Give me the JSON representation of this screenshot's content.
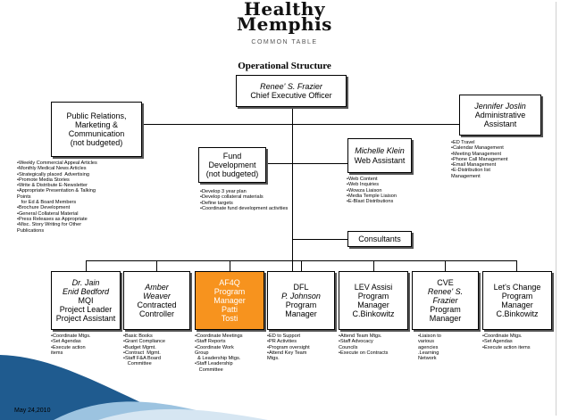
{
  "logo": {
    "line1": "Healthy",
    "line2": "Memphis",
    "subtitle": "COMMON TABLE"
  },
  "title": "Operational Structure",
  "ceo": {
    "name": "Renee' S. Frazier",
    "role": "Chief Executive Officer"
  },
  "pr": {
    "l1": "Public Relations,",
    "l2": "Marketing &",
    "l3": "Communication",
    "l4": "(not budgeted)",
    "notes": "•Weekly Commercial Appeal Articles\n•Monthly Medical News Articles\n•Strategically placed  Advertising\n•Promote Media Stories\n•Write & Distribute E-Newsletter\n•Appropriate Presentation & Talking\nPoints\n   for Ed & Board Members\n•Brochure Development\n•General Collateral Material\n•Press Releases as Appropriate\n•Misc. Story Writing for Other\nPublications"
  },
  "fund": {
    "l1": "Fund",
    "l2": "Development",
    "l3": "(not budgeted)",
    "notes": "•Develop 3 year plan\n•Develop collateral materials\n•Define targets\n•Coordinate fund development activities"
  },
  "web": {
    "name": "Michelle Klein",
    "role": "Web Assistant",
    "notes": "•Web Content\n•Web Inquiries\n•Wowza Liaison\n•Media Temple Liaison\n•E-Blast Distributions"
  },
  "admin": {
    "name": "Jennifer Joslin",
    "l2": "Administrative",
    "l3": "Assistant",
    "notes": "•ED Travel\n•Calendar Management\n•Meeting Management\n•Phone Call Management\n•Email Management\n•E-Distribution list\nManagement"
  },
  "consultants": "Consultants",
  "bottom": [
    {
      "l1": "Dr. Jain",
      "l2": "Enid Bedford",
      "l3": "MQI",
      "l4": "Project Leader",
      "l5": "Project Assistant",
      "notes": "•Coordinate Mtgs.\n•Set Agendas\n•Execute action\nitems"
    },
    {
      "l1": "Amber",
      "l2": "Weaver",
      "l3": "Contracted",
      "l4": "Controller",
      "notes": "•Basic Books\n•Grant Compliance\n•Budget Mgmt.\n•Contract  Mgmt.\n•Staff F&A Board\n   Committee"
    },
    {
      "l1": "AF4Q",
      "l2": "Program",
      "l3": "Manager",
      "l4": "Patti",
      "l5": "Tosti",
      "notes": "•Coordinate Meetings\n•Staff Reports\n•Coordinate Work\nGroup\n  & Leadership Mtgs.\n•Staff Leadership\n   Committee"
    },
    {
      "l1": "DFL",
      "l2": "P. Johnson",
      "l3": "Program",
      "l4": "Manager",
      "notes": "•ED to Support\n•PR Activities\n•Program oversight\n•Attend Key Team\nMtgs."
    },
    {
      "l1": "LEV Assisi",
      "l2": "Program",
      "l3": "Manager",
      "l4": "C.Binkowitz",
      "notes": "•Attend Team Mtgs.\n•Staff Advocacy\nCouncils\n•Execute on Contracts"
    },
    {
      "l1": "CVE",
      "l2": "Renee' S.",
      "l3": "Frazier",
      "l4": "Program",
      "l5": "Manager",
      "notes": "•Liaison to\nvarious\nagencies\n.Learning\nNetwork"
    },
    {
      "l1": "Let's Change",
      "l2": "Program",
      "l3": "Manager",
      "l4": "C.Binkowitz",
      "notes": "•Coordinate Mtgs.\n•Set Agendas\n•Execute action items"
    }
  ],
  "footer": {
    "date": "May 24,2010"
  },
  "colors": {
    "highlight": "#f7931e",
    "swoosh_dark": "#1f5b8f",
    "swoosh_light": "#8fb8d8"
  }
}
